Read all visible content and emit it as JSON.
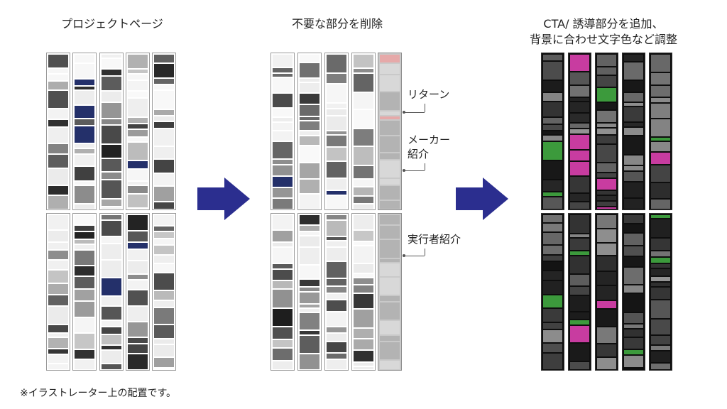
{
  "headings": {
    "project_page": "プロジェクトページ",
    "remove_unneeded": "不要な部分を削除",
    "add_cta_line1": "CTA/ 誘導部分を追加、",
    "add_cta_line2": "背景に合わせ文字色など調整"
  },
  "callouts": {
    "returns": "リターン",
    "maker_line1": "メーカー",
    "maker_line2": "紹介",
    "executor": "実行者紹介"
  },
  "footnote": "※イラストレーター上の配置です。",
  "colors": {
    "arrow": "#2b2e8f",
    "strip_border": "#9a9a9a",
    "removed_gray": "#c9c9c9",
    "dark_bg": "#0e0e0e"
  },
  "icons": [
    "right-arrow-icon",
    "right-arrow-icon"
  ]
}
